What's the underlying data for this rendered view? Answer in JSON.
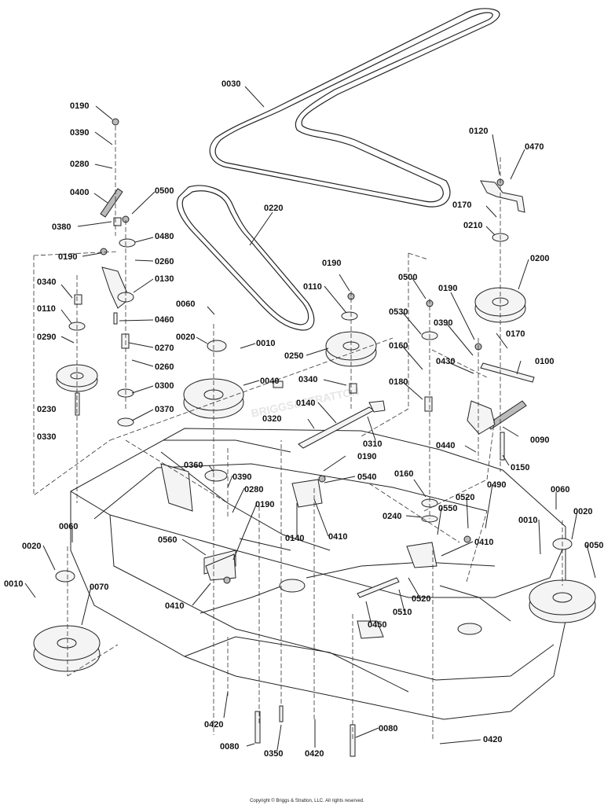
{
  "diagram": {
    "watermark": "BRIGGS&STRATTON",
    "copyright": "Copyright © Briggs & Stratton, LLC. All rights reserved.",
    "labels": {
      "l0030": "0030",
      "l0190a": "0190",
      "l0390a": "0390",
      "l0280a": "0280",
      "l0400": "0400",
      "l0380": "0380",
      "l0500a": "0500",
      "l0480": "0480",
      "l0190b": "0190",
      "l0260a": "0260",
      "l0130": "0130",
      "l0340a": "0340",
      "l0110a": "0110",
      "l0290": "0290",
      "l0230": "0230",
      "l0330": "0330",
      "l0460": "0460",
      "l0270": "0270",
      "l0260b": "0260",
      "l0300": "0300",
      "l0370": "0370",
      "l0220": "0220",
      "l0060a": "0060",
      "l0020a": "0020",
      "l0040": "0040",
      "l0190c": "0190",
      "l0110b": "0110",
      "l0010a": "0010",
      "l0250": "0250",
      "l0340b": "0340",
      "l0140a": "0140",
      "l0320": "0320",
      "l0310": "0310",
      "l0120": "0120",
      "l0470": "0470",
      "l0170a": "0170",
      "l0210": "0210",
      "l0200": "0200",
      "l0500b": "0500",
      "l0190d": "0190",
      "l0530": "0530",
      "l0390b": "0390",
      "l0170b": "0170",
      "l0160a": "0160",
      "l0430": "0430",
      "l0100": "0100",
      "l0180": "0180",
      "l0090": "0090",
      "l0440": "0440",
      "l0150": "0150",
      "l0190e": "0190",
      "l0540": "0540",
      "l0360": "0360",
      "l0390c": "0390",
      "l0280b": "0280",
      "l0190f": "0190",
      "l0140b": "0140",
      "l0410a": "0410",
      "l0160b": "0160",
      "l0240": "0240",
      "l0550": "0550",
      "l0520a": "0520",
      "l0490": "0490",
      "l0060b": "0060",
      "l0020b": "0020",
      "l0010b": "0010",
      "l0050": "0050",
      "l0060c": "0060",
      "l0020c": "0020",
      "l0010c": "0010",
      "l0070": "0070",
      "l0560": "0560",
      "l0410b": "0410",
      "l0410c": "0410",
      "l0450": "0450",
      "l0510": "0510",
      "l0520b": "0520",
      "l0420a": "0420",
      "l0080a": "0080",
      "l0350": "0350",
      "l0420b": "0420",
      "l0080b": "0080",
      "l0420c": "0420"
    }
  }
}
